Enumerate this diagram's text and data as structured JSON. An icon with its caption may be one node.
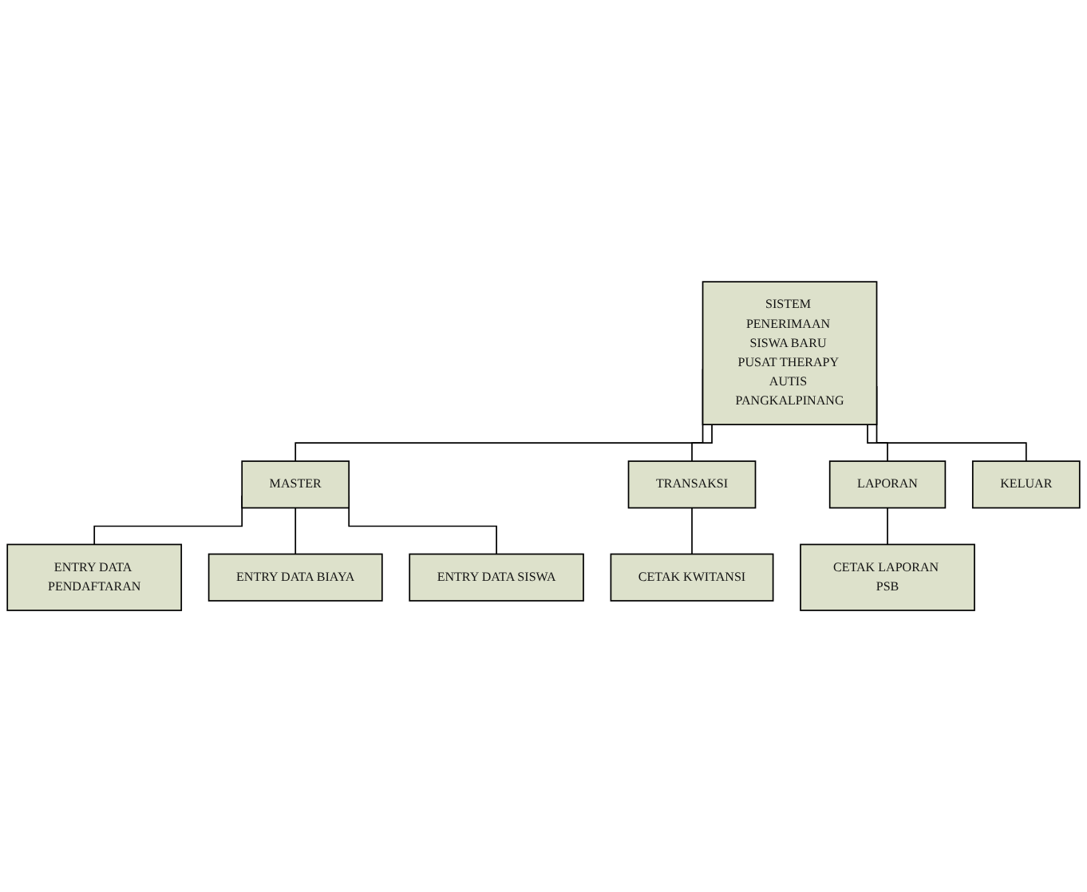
{
  "diagram": {
    "nodes": [
      {
        "text": [
          "SISTEM PENERIMAAN SISWA BARU PUSAT THERAPY AUTIS PANGKALPINANG"
        ]
      },
      {
        "text": [
          "MASTER"
        ]
      },
      {
        "text": [
          "TRANSAKSI"
        ]
      },
      {
        "text": [
          "LAPORAN"
        ]
      },
      {
        "text": [
          "KELUAR"
        ]
      },
      {
        "text": [
          "ENTRY DATA PENDAFTARAN"
        ]
      },
      {
        "text": [
          "ENTRY DATA BIAYA"
        ]
      },
      {
        "text": [
          "ENTRY DATA SISWA"
        ]
      },
      {
        "text": [
          "CETAK KWITANSI"
        ]
      },
      {
        "text": [
          "CETAK LAPORAN PSB"
        ]
      }
    ],
    "edges": [
      {
        "from": 0,
        "to": 1,
        "arrow": "none"
      },
      {
        "from": 0,
        "to": 2,
        "arrow": "none"
      },
      {
        "from": 0,
        "to": 3,
        "arrow": "none"
      },
      {
        "from": 0,
        "to": 4,
        "arrow": "none"
      },
      {
        "from": 1,
        "to": 5,
        "arrow": "none"
      },
      {
        "from": 1,
        "to": 6,
        "arrow": "none"
      },
      {
        "from": 1,
        "to": 7,
        "arrow": "none"
      },
      {
        "from": 2,
        "to": 8,
        "arrow": "none"
      },
      {
        "from": 3,
        "to": 9,
        "arrow": "none"
      }
    ]
  }
}
